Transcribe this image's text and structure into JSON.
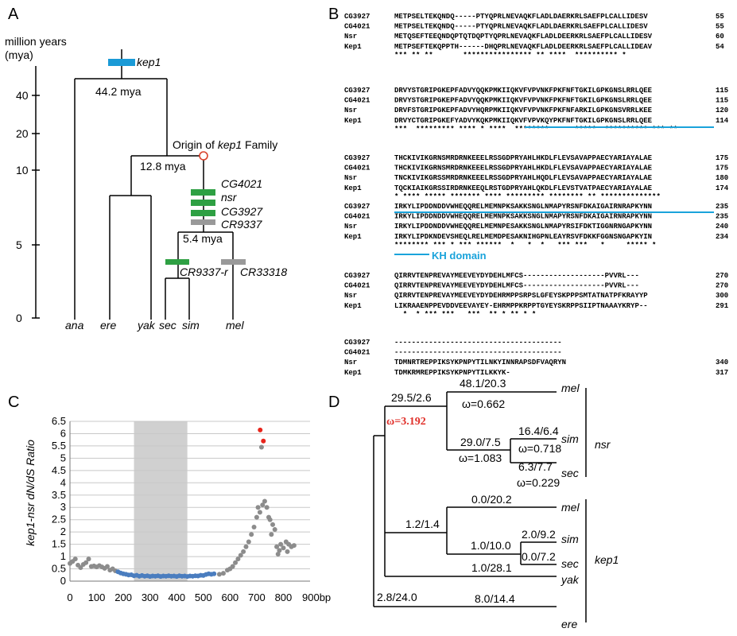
{
  "panels": {
    "A": "A",
    "B": "B",
    "C": "C",
    "D": "D"
  },
  "panel_a": {
    "axis_title_1": "million years",
    "axis_title_2": "(mya)",
    "ticks": [
      "40",
      "20",
      "10",
      "5",
      "0"
    ],
    "kep1_label": "kep1",
    "root_age": "44.2 mya",
    "origin_label_prefix": "Origin of ",
    "origin_label_gene": "kep1",
    "origin_label_suffix": " Family",
    "age_12": "12.8 mya",
    "genes": [
      "CG4021",
      "nsr",
      "CG3927",
      "CR9337"
    ],
    "age_5": "5.4 mya",
    "sec_gene": "CR9337-r",
    "mel_gene": "CR33318",
    "species": [
      "ana",
      "ere",
      "yak",
      "sec",
      "sim",
      "mel"
    ],
    "colors": {
      "blue": "#1a9ad6",
      "green": "#2ea043",
      "gray": "#999999",
      "red": "#d9412b"
    }
  },
  "panel_b": {
    "blocks": [
      {
        "rows": [
          {
            "name": "CG3927",
            "seq": "METPSELTEKQNDQ-----PTYQPRLNEVAQKFLADLDAERKRLSAEFPLCALLIDESV",
            "num": "55"
          },
          {
            "name": "CG4021",
            "seq": "METPSELTEKQNDQ-----PTYQPRLNEVAQKFLADLDAERKRLSAEFPLCALLIDESV",
            "num": "55"
          },
          {
            "name": "Nsr",
            "seq": "METQSEFTEEQNDQPTQTDQPTYQPRLNEVAQKFLADLDEERKRLSAEFPLCALLIDESV",
            "num": "60"
          },
          {
            "name": "Kep1",
            "seq": "METPSEFTEKQPPTH------DHQPRLNEVAQKFLADLDEERKRLSAEFPLCALLIDEAV",
            "num": "54"
          }
        ],
        "stars": "*** ** **       **************** ** ****  ********** *"
      },
      {
        "rows": [
          {
            "name": "CG3927",
            "seq": "DRVYSTGRIPGKEPFADVYQQKPMKIIQKVFVPVNKFPKFNFTGKILGPKGNSLRRLQEE",
            "num": "115"
          },
          {
            "name": "CG4021",
            "seq": "DRVYSTGRIPGKEPFADVYQQKPMKIIQKVFVPVNKFPKFNFTGKILGPKGNSLRRLQEE",
            "num": "115"
          },
          {
            "name": "Nsr",
            "seq": "DRVFSTGRIPGKEPFADVYHQRPMKIIQKVFVPVNKFPKFNFARKILGPKGNSVRRLKEE",
            "num": "120"
          },
          {
            "name": "Kep1",
            "seq": "DRVYCTGRIPGKEFYADVYKQKPMKIIQKVFVPVKQYPKFNFTGKILGPKGNSLRRLQEE",
            "num": "114"
          }
        ],
        "stars": "***  ********* **** * ****  ********      *****  ********** *** **"
      },
      {
        "rows": [
          {
            "name": "CG3927",
            "seq": "THCKIVIKGRNSMRDRNKEEELRSSGDPRYAHLHKDLFLEVSAVAPPAECYARIAYALAE",
            "num": "175"
          },
          {
            "name": "CG4021",
            "seq": "THCKIVIKGRNSMRDRNKEEELRSSGDPRYAHLHKDLFLEVSAVAPPAECYARIAYALAE",
            "num": "175"
          },
          {
            "name": "Nsr",
            "seq": "TNCKIVIKGRSSMRDRNKEEELRSSGDPRYAHLHQDLFLEVSAVAPPAECYARIAYALAE",
            "num": "180"
          },
          {
            "name": "Kep1",
            "seq": "TQCKIAIKGRSSIRDRNKEEQLRSTGDPRYAHLQKDLFLEVSTVATPAECYARIAYALAE",
            "num": "174"
          }
        ],
        "stars": "* **** ***** ******* **** ********* ******** ** ************** "
      },
      {
        "rows": [
          {
            "name": "CG3927",
            "seq": "IRKYLIPDDNDDVWHEQQRELMEMNPKSAKKSNGLNMAPYRSNFDKAIGAIRNRAPKYNN",
            "num": "235"
          },
          {
            "name": "CG4021",
            "seq": "IRKYLIPDDNDDVWHEQQRELMEMNPKSAKKSNGLNMAPYRSNFDKAIGAIRNRAPKYNN",
            "num": "235"
          },
          {
            "name": "Nsr",
            "seq": "IRKYLIPDDNDDVWHEQQRELMEMNPESAKKSNGLNMAPYRSIFDKTIGGNRNGAPKYNN",
            "num": "240"
          },
          {
            "name": "Kep1",
            "seq": "IRKYLIPDKNDEVSHEQLRELMEMDPESAKNIHGPNLEAYRSVFDKKFGGNSNGAPKYIN",
            "num": "234"
          }
        ],
        "stars": "******** *** * *** ******  *   *  *   *** ***   *     ***** *"
      },
      {
        "rows": [
          {
            "name": "CG3927",
            "seq": "QIRRVTENPREVAYMEEVEYDYDEHLMFCS-------------------PVVRL---",
            "num": "270"
          },
          {
            "name": "CG4021",
            "seq": "QIRRVTENPREVAYMEEVEYDYDEHLMFCS-------------------PVVRL---",
            "num": "270"
          },
          {
            "name": "Nsr",
            "seq": "QIRRVTENPREVAYMEEVEYDYDEHRMPPSRPSLGFEYSKPPPSMTATNATPFKRAYYP",
            "num": "300"
          },
          {
            "name": "Kep1",
            "seq": "LIKRAAENPPEVDDVEEVAYEY-EHRMPPKRPPTGYEYSKRPPSIIPTNAAAYKRYP--",
            "num": "291"
          }
        ],
        "stars": "  *  * *** ***   ***  ** * ** * *"
      },
      {
        "rows": [
          {
            "name": "CG3927",
            "seq": "---------------------------------------",
            "num": ""
          },
          {
            "name": "CG4021",
            "seq": "---------------------------------------",
            "num": ""
          },
          {
            "name": "Nsr",
            "seq": "TDMNRTREPPIKSYKPNPYTILNKYINNRAPSDFVAQRYN",
            "num": "340"
          },
          {
            "name": "Kep1",
            "seq": "TDMKRMREPPIKSYKPNPYTILKKYK-",
            "num": "317"
          }
        ],
        "stars": ""
      }
    ],
    "kh_label": "KH domain"
  },
  "chart_data": {
    "type": "scatter",
    "ylabel": "kep1-nsr dN/dS Ratio",
    "xlabel": "bp",
    "xlim": [
      0,
      900
    ],
    "ylim": [
      0,
      6.5
    ],
    "x_ticks": [
      "0",
      "100",
      "200",
      "300",
      "400",
      "500",
      "600",
      "700",
      "800",
      "900bp"
    ],
    "y_ticks": [
      "0",
      "0.5",
      "1",
      "1.5",
      "2",
      "2.5",
      "3",
      "3.5",
      "4",
      "4.5",
      "5",
      "5.5",
      "6",
      "6.5"
    ],
    "shaded_region": [
      240,
      440
    ],
    "grid": true,
    "series": [
      {
        "color": "#8c8c8c",
        "points": [
          [
            0,
            0.72
          ],
          [
            10,
            0.8
          ],
          [
            20,
            0.9
          ],
          [
            30,
            0.65
          ],
          [
            40,
            0.55
          ],
          [
            50,
            0.68
          ],
          [
            60,
            0.75
          ],
          [
            70,
            0.9
          ],
          [
            80,
            0.6
          ],
          [
            90,
            0.62
          ],
          [
            100,
            0.58
          ],
          [
            110,
            0.63
          ],
          [
            120,
            0.58
          ],
          [
            130,
            0.52
          ],
          [
            140,
            0.6
          ],
          [
            150,
            0.45
          ],
          [
            160,
            0.5
          ],
          [
            170,
            0.42
          ],
          [
            560,
            0.28
          ],
          [
            575,
            0.32
          ],
          [
            590,
            0.45
          ],
          [
            600,
            0.5
          ],
          [
            610,
            0.6
          ],
          [
            620,
            0.75
          ],
          [
            630,
            0.9
          ],
          [
            640,
            1.05
          ],
          [
            650,
            1.2
          ],
          [
            660,
            1.4
          ],
          [
            670,
            1.6
          ],
          [
            680,
            1.9
          ],
          [
            690,
            2.2
          ],
          [
            700,
            2.6
          ],
          [
            705,
            3.0
          ],
          [
            712,
            2.8
          ],
          [
            718,
            5.45
          ],
          [
            722,
            3.1
          ],
          [
            730,
            3.25
          ],
          [
            738,
            3.0
          ],
          [
            745,
            2.6
          ],
          [
            750,
            2.5
          ],
          [
            755,
            1.9
          ],
          [
            760,
            2.3
          ],
          [
            768,
            2.1
          ],
          [
            775,
            1.4
          ],
          [
            780,
            1.1
          ],
          [
            785,
            1.25
          ],
          [
            790,
            1.5
          ],
          [
            800,
            1.35
          ],
          [
            810,
            1.6
          ],
          [
            820,
            1.5
          ],
          [
            830,
            1.4
          ],
          [
            840,
            1.45
          ],
          [
            815,
            1.2
          ]
        ]
      },
      {
        "color": "#4a7dbf",
        "points": [
          [
            180,
            0.38
          ],
          [
            190,
            0.33
          ],
          [
            200,
            0.3
          ],
          [
            210,
            0.28
          ],
          [
            220,
            0.25
          ],
          [
            230,
            0.26
          ],
          [
            240,
            0.22
          ],
          [
            250,
            0.24
          ],
          [
            260,
            0.2
          ],
          [
            270,
            0.23
          ],
          [
            280,
            0.2
          ],
          [
            290,
            0.22
          ],
          [
            300,
            0.19
          ],
          [
            310,
            0.21
          ],
          [
            320,
            0.2
          ],
          [
            330,
            0.22
          ],
          [
            340,
            0.19
          ],
          [
            350,
            0.21
          ],
          [
            360,
            0.2
          ],
          [
            370,
            0.22
          ],
          [
            380,
            0.2
          ],
          [
            390,
            0.21
          ],
          [
            400,
            0.19
          ],
          [
            410,
            0.22
          ],
          [
            420,
            0.2
          ],
          [
            430,
            0.21
          ],
          [
            440,
            0.19
          ],
          [
            450,
            0.21
          ],
          [
            460,
            0.2
          ],
          [
            470,
            0.22
          ],
          [
            480,
            0.21
          ],
          [
            490,
            0.24
          ],
          [
            500,
            0.23
          ],
          [
            510,
            0.27
          ],
          [
            520,
            0.3
          ],
          [
            530,
            0.28
          ],
          [
            540,
            0.3
          ]
        ]
      },
      {
        "color": "#e8251c",
        "points": [
          [
            713,
            6.15
          ],
          [
            725,
            5.7
          ]
        ]
      }
    ]
  },
  "panel_d": {
    "labels": {
      "b1": "48.1/20.3",
      "b2": "29.5/2.6",
      "omega1": "ω=0.662",
      "omega_red": "ω=3.192",
      "b3": "29.0/7.5",
      "b4": "16.4/6.4",
      "omega2": "ω=0.718",
      "omega3": "ω=1.083",
      "b5": "6.3/7.7",
      "omega4": "ω=0.229",
      "b6": "0.0/20.2",
      "b7": "1.2/1.4",
      "b8": "2.0/9.2",
      "b9": "1.0/10.0",
      "b10": "0.0/7.2",
      "b11": "1.0/28.1",
      "b12": "2.8/24.0",
      "b13": "8.0/14.4"
    },
    "taxa": [
      "mel",
      "sim",
      "sec",
      "mel",
      "sim",
      "sec",
      "yak",
      "ere"
    ],
    "groups": [
      "nsr",
      "kep1"
    ]
  }
}
